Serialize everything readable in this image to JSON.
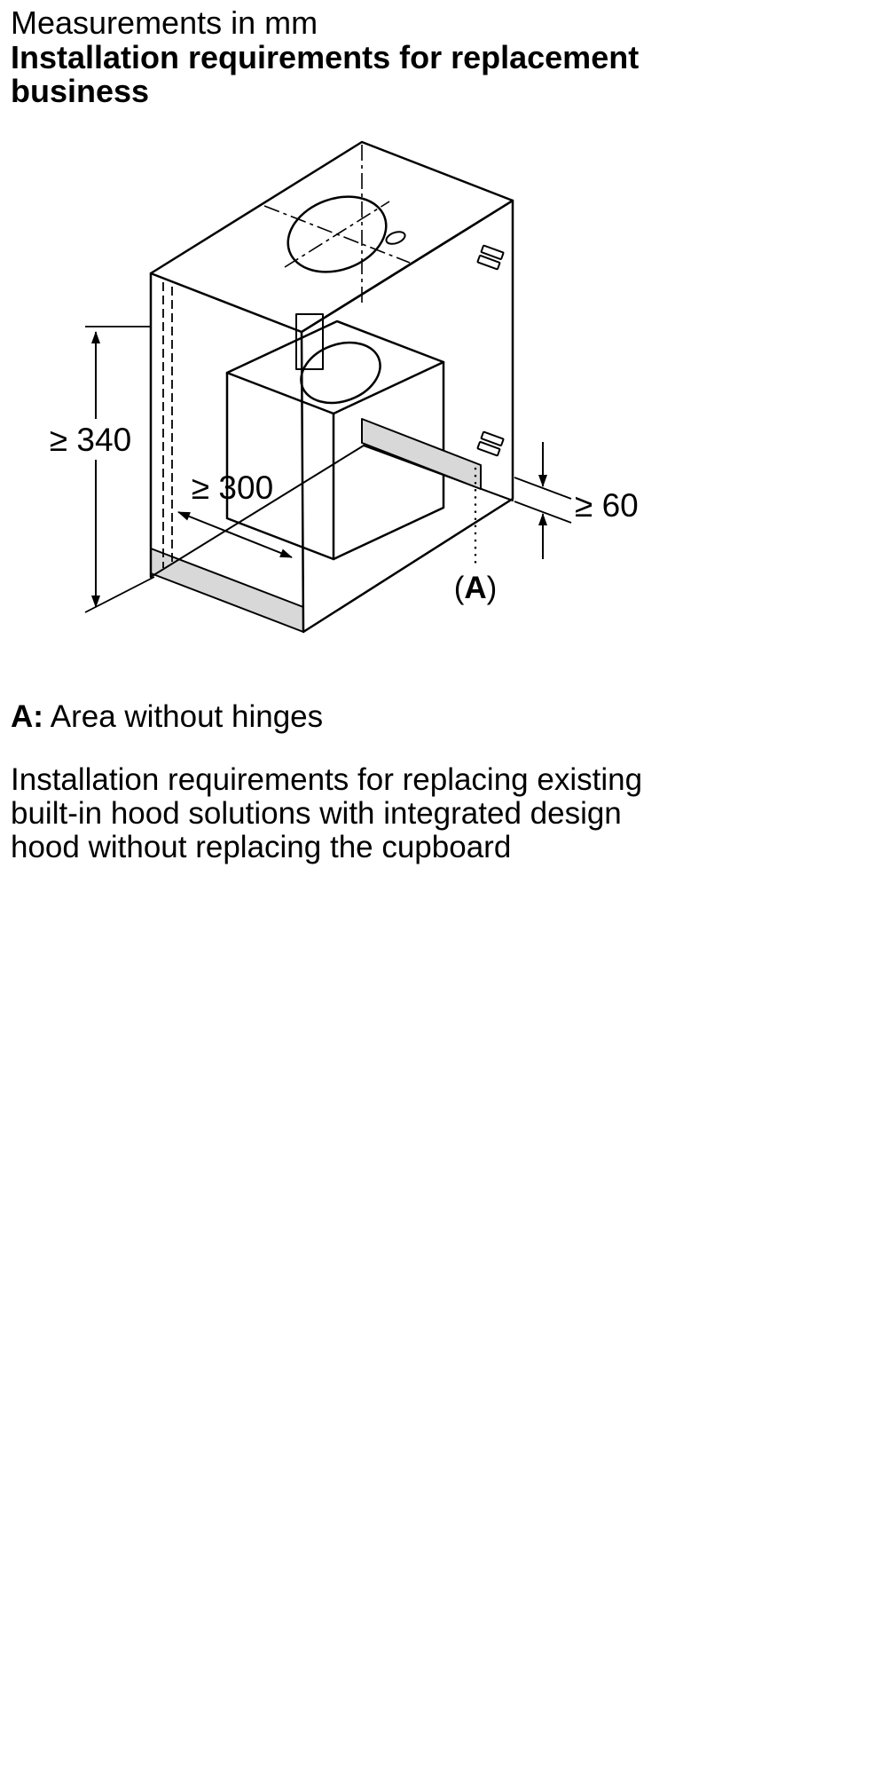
{
  "page": {
    "subtitle": "Measurements in mm",
    "title_lines": [
      "Installation requirements for replacement",
      "business"
    ]
  },
  "diagram": {
    "dim_height": "≥ 340",
    "dim_depth": "≥ 300",
    "dim_gap": "≥ 60",
    "area_label_open": "(",
    "area_label_letter": "A",
    "area_label_close": ")",
    "highlight_color": "#d8d8d8",
    "line_color": "#000000"
  },
  "caption": {
    "key": "A:",
    "text": "Area without hinges"
  },
  "paragraph_lines": [
    "Installation requirements for replacing existing",
    "built-in hood solutions with integrated design",
    "hood without replacing the cupboard"
  ]
}
